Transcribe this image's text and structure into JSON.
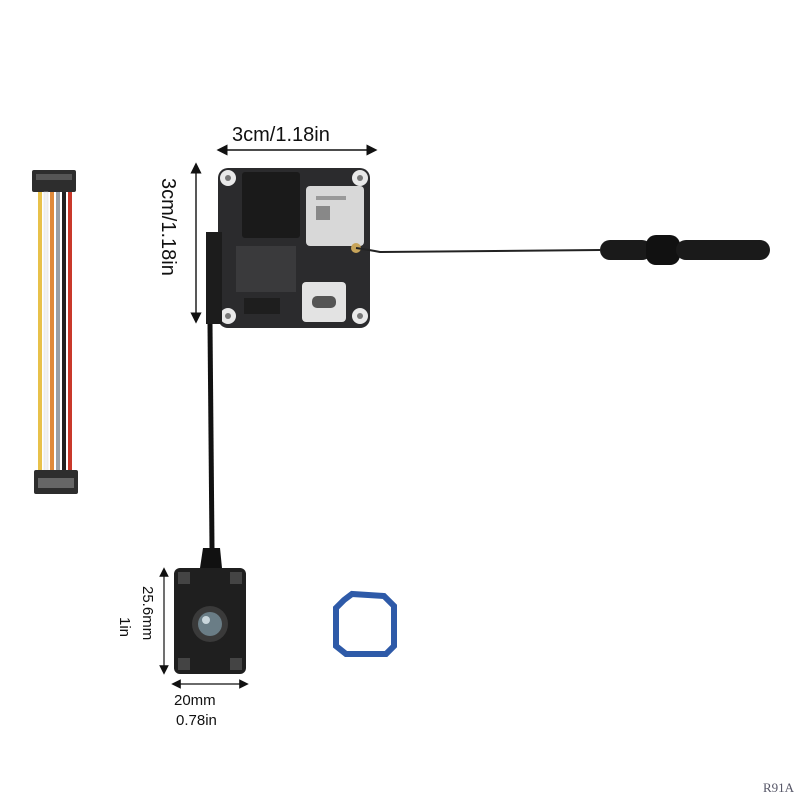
{
  "board": {
    "width_label": "3cm/1.18in",
    "height_label": "3cm/1.18in"
  },
  "camera": {
    "height_mm": "25.6mm",
    "height_in": "1in",
    "width_mm": "20mm",
    "width_in": "0.78in"
  },
  "watermark": "R91A",
  "colors": {
    "board": "#2b2b2d",
    "shield": "#d8d8d8",
    "antenna": "#111111",
    "gasket": "#2e5aa8",
    "wire_yellow": "#e8c14a",
    "wire_white": "#f1f1f1",
    "wire_orange": "#e08a3a",
    "wire_red": "#c9392b"
  }
}
